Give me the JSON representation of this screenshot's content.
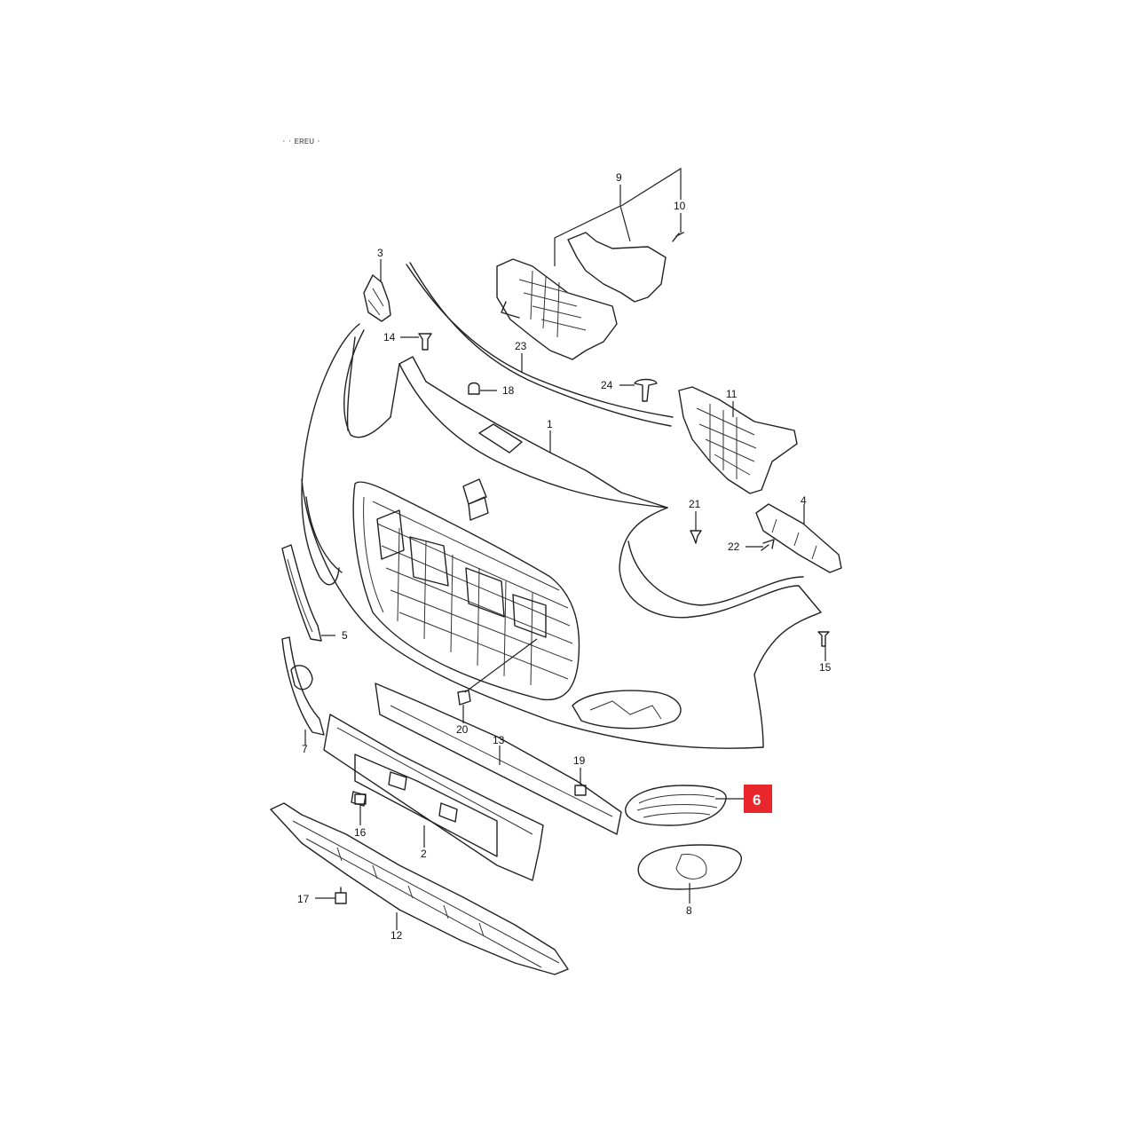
{
  "diagram": {
    "header_fragment": "· · ᴇʀᴇᴜ ·",
    "highlight_color": "#e8262b",
    "highlighted_part": "6",
    "labels": {
      "p1": "1",
      "p2": "2",
      "p3": "3",
      "p4": "4",
      "p5": "5",
      "p6": "6",
      "p7": "7",
      "p8": "8",
      "p9": "9",
      "p10": "10",
      "p11": "11",
      "p12": "12",
      "p13": "13",
      "p14": "14",
      "p15": "15",
      "p16": "16",
      "p17": "17",
      "p18": "18",
      "p19": "19",
      "p20": "20",
      "p21": "21",
      "p22": "22",
      "p23": "23",
      "p24": "24"
    }
  }
}
